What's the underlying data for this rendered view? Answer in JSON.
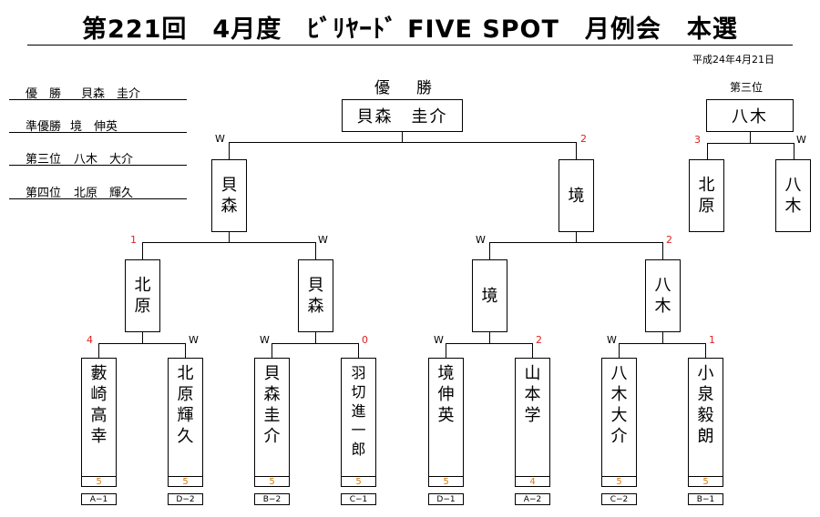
{
  "title": "第221回　4月度　ﾋﾞﾘﾔｰﾄﾞ FIVE SPOT　月例会　本選",
  "date": "平成24年4月21日",
  "results": [
    {
      "rank": "優　勝",
      "name": "貝森　圭介"
    },
    {
      "rank": "準優勝",
      "name": "境　伸英"
    },
    {
      "rank": "第三位",
      "name": "八木　大介"
    },
    {
      "rank": "第四位",
      "name": "北原　輝久"
    }
  ],
  "champion_label": "優　勝",
  "champion": "貝森　圭介",
  "third_label": "第三位",
  "third_winner": "八木",
  "third_match": [
    "北原",
    "八木"
  ],
  "third_marks": [
    "3",
    "W"
  ],
  "semis": [
    "貝森",
    "境"
  ],
  "final_marks": [
    "W",
    "2"
  ],
  "quarters": [
    "北原",
    "貝森",
    "境",
    "八木"
  ],
  "semi_marks": [
    "1",
    "W",
    "W",
    "2"
  ],
  "r1_marks": [
    "4",
    "W",
    "W",
    "0",
    "W",
    "2",
    "W",
    "1"
  ],
  "players": [
    {
      "name": "藪崎　高幸",
      "score": "5",
      "seed": "A−1"
    },
    {
      "name": "北原　輝久",
      "score": "5",
      "seed": "D−2"
    },
    {
      "name": "貝森　圭介",
      "score": "5",
      "seed": "B−2"
    },
    {
      "name": "羽切　進一郎",
      "score": "5",
      "seed": "C−1"
    },
    {
      "name": "境　伸英",
      "score": "5",
      "seed": "D−1"
    },
    {
      "name": "山本　学",
      "score": "4",
      "seed": "A−2"
    },
    {
      "name": "八木　大介",
      "score": "5",
      "seed": "C−2"
    },
    {
      "name": "小泉　毅朗",
      "score": "5",
      "seed": "B−1"
    }
  ],
  "colors": {
    "score": "#e07a00",
    "loss_mark": "#e02020"
  }
}
